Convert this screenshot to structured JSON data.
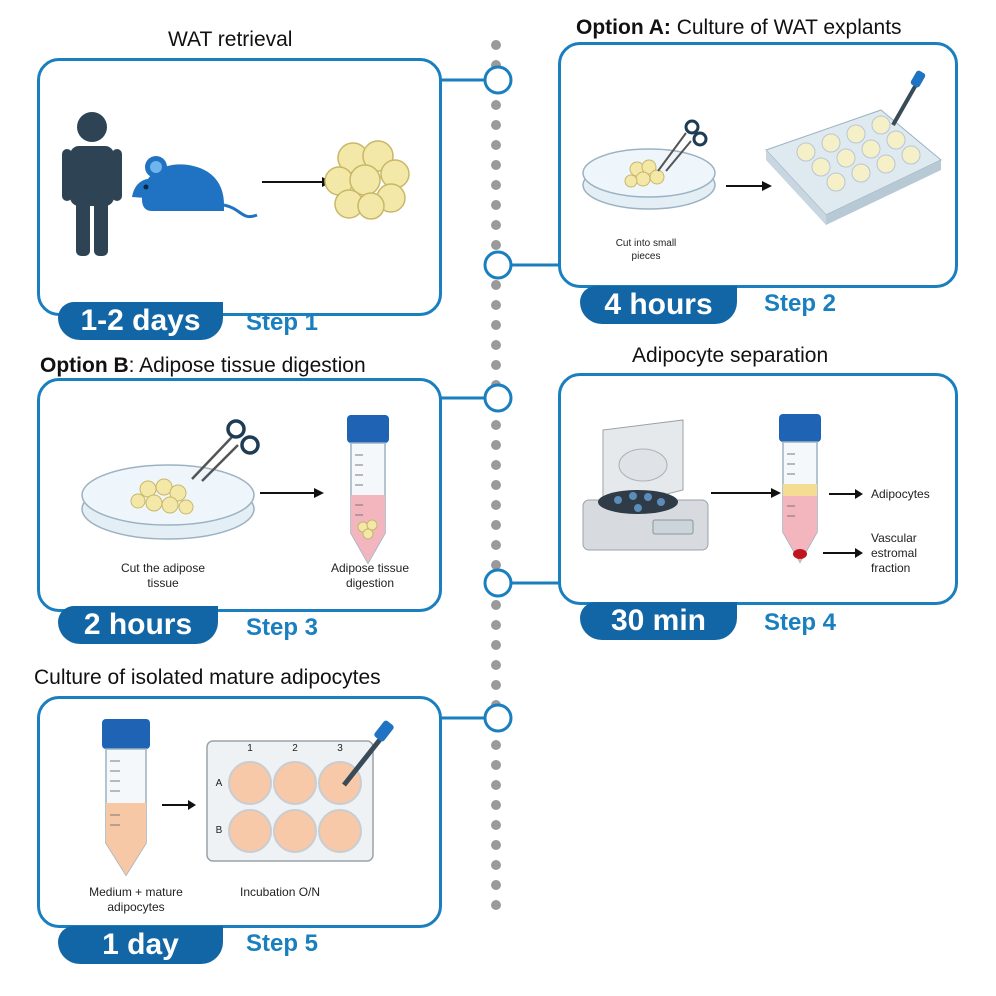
{
  "step1": {
    "title": "WAT retrieval",
    "duration": "1-2 days",
    "step": "Step 1"
  },
  "step2": {
    "title_bold": "Option A:",
    "title_rest": " Culture of WAT explants",
    "caption": "Cut into small pieces",
    "duration": "4 hours",
    "step": "Step 2"
  },
  "step3": {
    "title_bold": "Option B",
    "title_rest": ": Adipose tissue digestion",
    "caption_cut": "Cut the adipose tissue",
    "caption_digestion": "Adipose tissue digestion",
    "duration": "2 hours",
    "step": "Step 3"
  },
  "step4": {
    "title": "Adipocyte separation",
    "label_adipocytes": "Adipocytes",
    "label_svf": "Vascular estromal fraction",
    "duration": "30 min",
    "step": "Step 4"
  },
  "step5": {
    "title": "Culture of isolated mature adipocytes",
    "caption_medium": "Medium + mature adipocytes",
    "caption_incubation": "Incubation O/N",
    "plate_cols": [
      "1",
      "2",
      "3"
    ],
    "plate_rows": [
      "A",
      "B"
    ],
    "duration": "1 day",
    "step": "Step 5"
  },
  "colors": {
    "accent": "#1a7fbf",
    "badge": "#1266a6",
    "dots": "#9a9a9a"
  }
}
